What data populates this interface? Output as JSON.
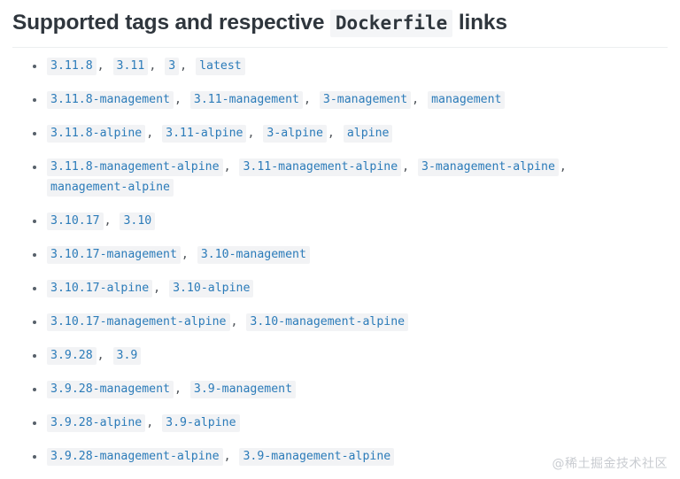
{
  "document": {
    "title_prefix": "Supported tags and respective",
    "title_code": "Dockerfile",
    "title_suffix": "links",
    "accent_link_color": "#2b7bb9",
    "code_chip_background": "#f2f3f5",
    "heading_color": "#2f363d",
    "divider_color": "#eceef0"
  },
  "tag_rows": [
    {
      "tags": [
        "3.11.8",
        "3.11",
        "3",
        "latest"
      ]
    },
    {
      "tags": [
        "3.11.8-management",
        "3.11-management",
        "3-management",
        "management"
      ]
    },
    {
      "tags": [
        "3.11.8-alpine",
        "3.11-alpine",
        "3-alpine",
        "alpine"
      ]
    },
    {
      "tags": [
        "3.11.8-management-alpine",
        "3.11-management-alpine",
        "3-management-alpine",
        "management-alpine"
      ]
    },
    {
      "tags": [
        "3.10.17",
        "3.10"
      ]
    },
    {
      "tags": [
        "3.10.17-management",
        "3.10-management"
      ]
    },
    {
      "tags": [
        "3.10.17-alpine",
        "3.10-alpine"
      ]
    },
    {
      "tags": [
        "3.10.17-management-alpine",
        "3.10-management-alpine"
      ]
    },
    {
      "tags": [
        "3.9.28",
        "3.9"
      ]
    },
    {
      "tags": [
        "3.9.28-management",
        "3.9-management"
      ]
    },
    {
      "tags": [
        "3.9.28-alpine",
        "3.9-alpine"
      ]
    },
    {
      "tags": [
        "3.9.28-management-alpine",
        "3.9-management-alpine"
      ]
    }
  ],
  "separator": ",",
  "watermark": {
    "text": "@稀土掘金技术社区"
  }
}
